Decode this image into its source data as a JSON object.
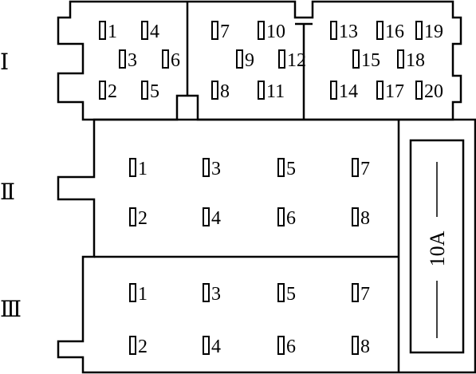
{
  "sections": {
    "section_1": {
      "label": "Ⅰ",
      "pins": [
        "1",
        "2",
        "3",
        "4",
        "5",
        "6",
        "7",
        "8",
        "9",
        "10",
        "11",
        "12",
        "13",
        "14",
        "15",
        "16",
        "17",
        "18",
        "19",
        "20"
      ]
    },
    "section_2": {
      "label": "Ⅱ",
      "pins": [
        "1",
        "2",
        "3",
        "4",
        "5",
        "6",
        "7",
        "8"
      ]
    },
    "section_3": {
      "label": "Ⅲ",
      "pins": [
        "1",
        "2",
        "3",
        "4",
        "5",
        "6",
        "7",
        "8"
      ]
    }
  },
  "fuse": {
    "label": "10A"
  },
  "colors": {
    "line": "#000000",
    "background": "#ffffff"
  }
}
